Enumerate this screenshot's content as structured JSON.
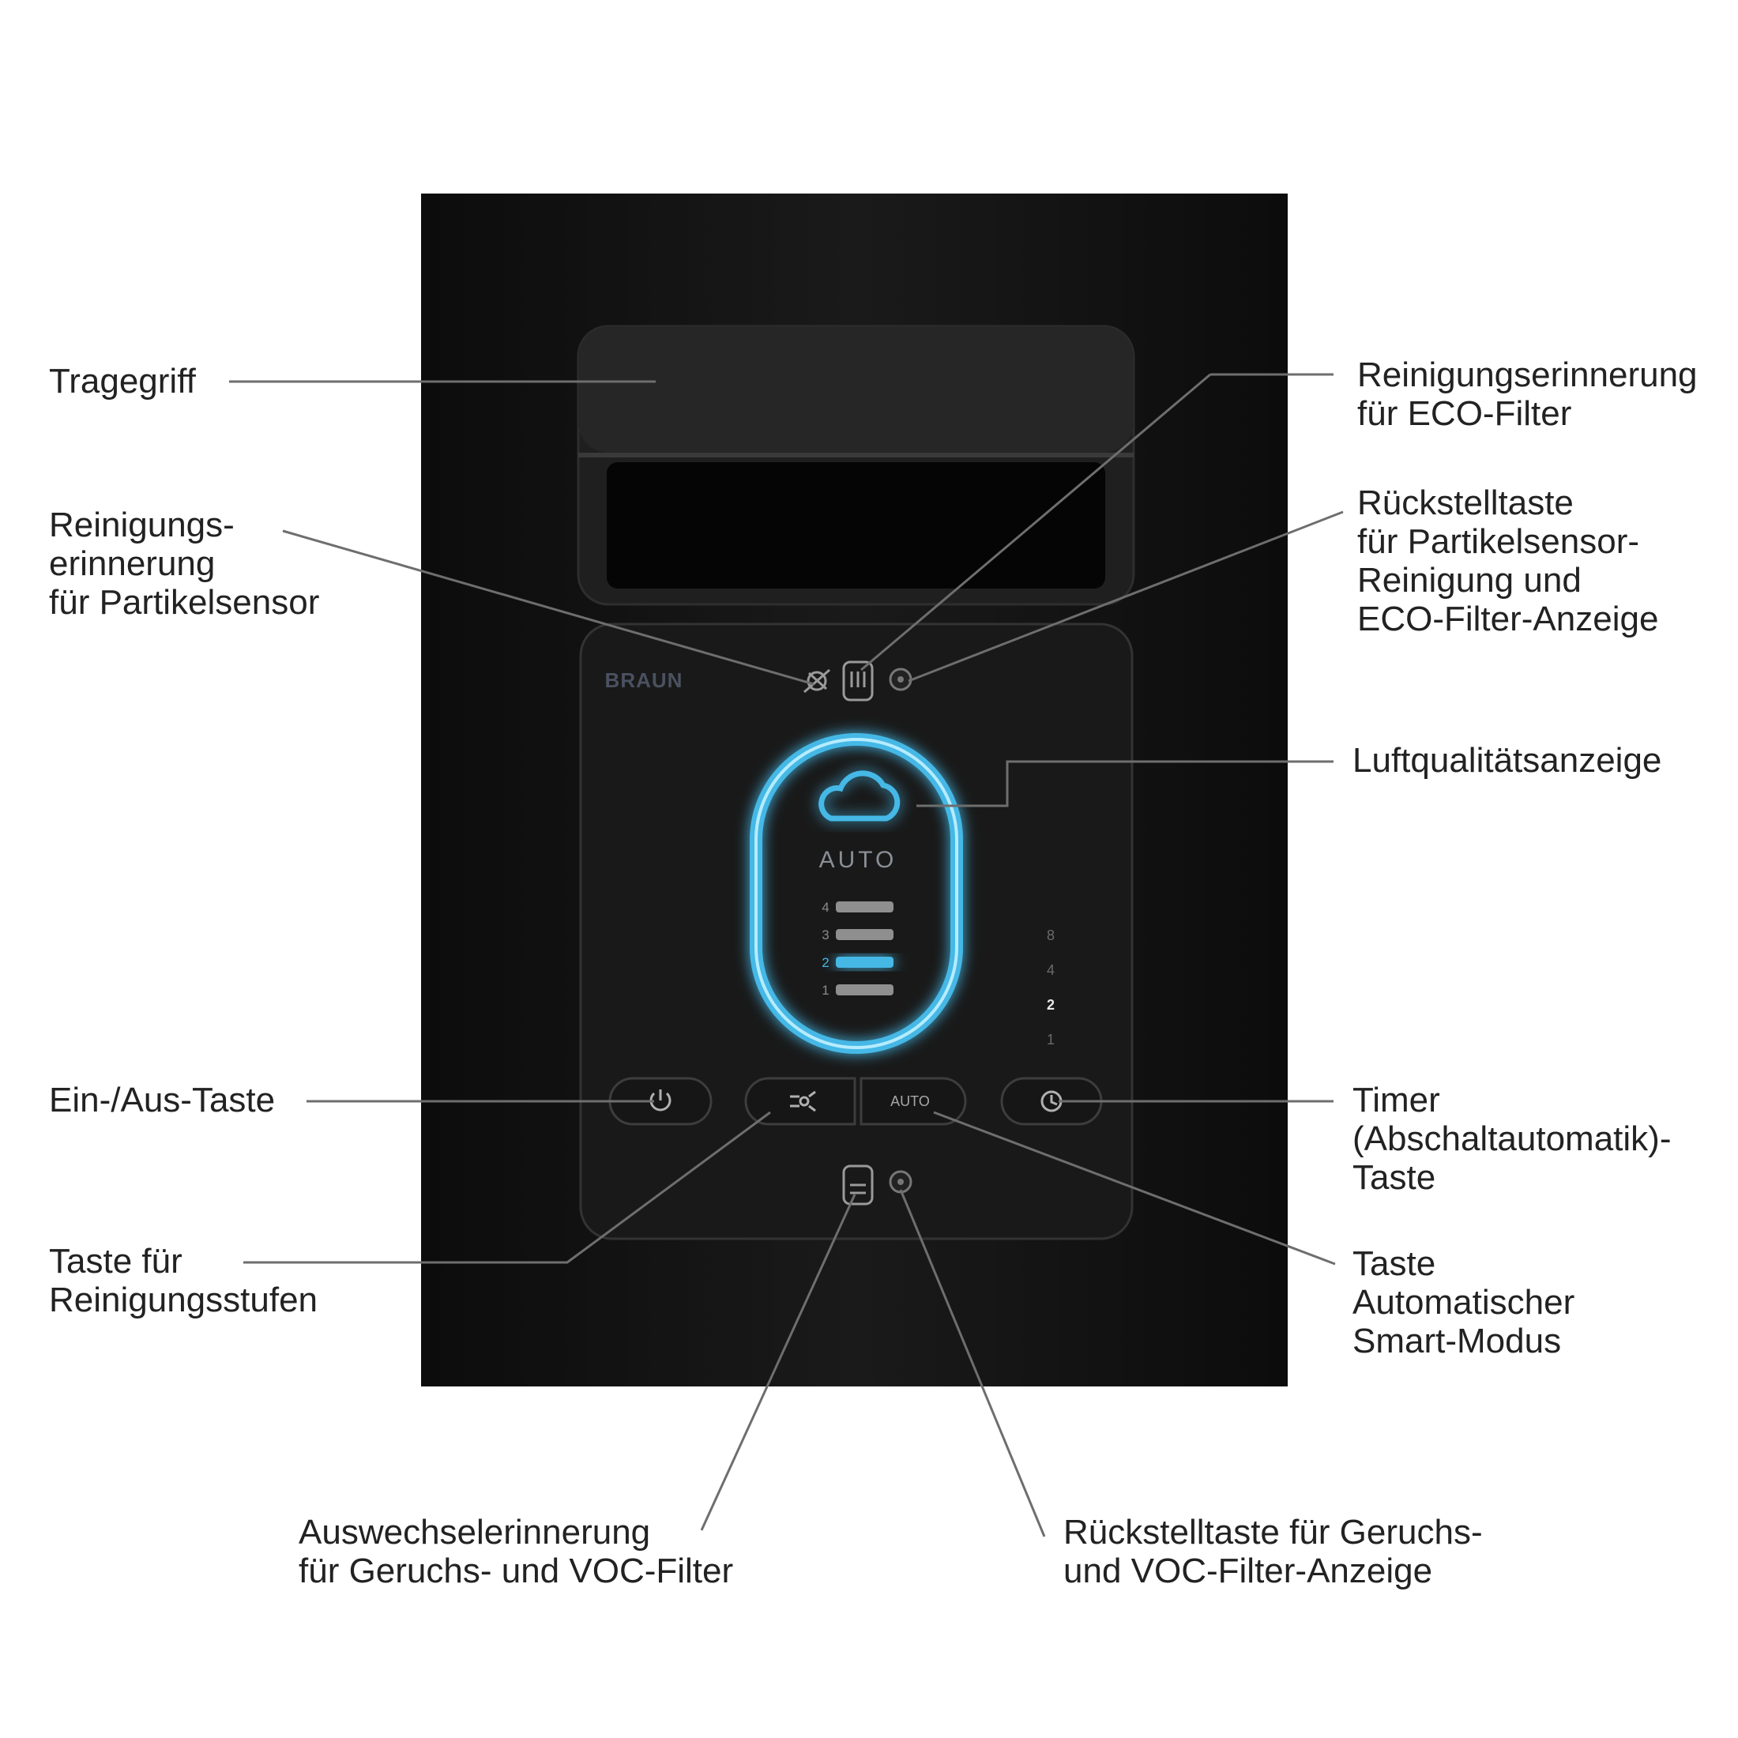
{
  "device": {
    "brand": "BRAUN",
    "display_mode": "AUTO",
    "fan_levels": [
      "4",
      "3",
      "2",
      "1"
    ],
    "active_fan_level": "2",
    "timer_levels": [
      "8",
      "4",
      "2",
      "1"
    ],
    "active_timer_level": "2",
    "auto_button_label": "AUTO",
    "ring_color": "#45b8e6",
    "body_color": "#161616"
  },
  "callouts": {
    "tragegriff": [
      "Tragegriff"
    ],
    "partikelsensor_reminder": [
      "Reinigungs-",
      "erinnerung",
      "für Partikelsensor"
    ],
    "eco_filter_reminder": [
      "Reinigungserinnerung",
      "für ECO-Filter"
    ],
    "partikel_reset": [
      "Rückstelltaste",
      "für Partikelsensor-",
      "Reinigung und",
      "ECO-Filter-Anzeige"
    ],
    "luftqualitaet": [
      "Luftqualitätsanzeige"
    ],
    "power_button": [
      "Ein-/Aus-Taste"
    ],
    "timer_button": [
      "Timer",
      "(Abschaltautomatik)-",
      "Taste"
    ],
    "level_button": [
      "Taste für",
      "Reinigungsstufen"
    ],
    "auto_button": [
      "Taste",
      "Automatischer",
      "Smart-Modus"
    ],
    "voc_reminder": [
      "Auswechselerinnerung",
      "für Geruchs- und VOC-Filter"
    ],
    "voc_reset": [
      "Rückstelltaste für Geruchs-",
      "und VOC-Filter-Anzeige"
    ]
  }
}
